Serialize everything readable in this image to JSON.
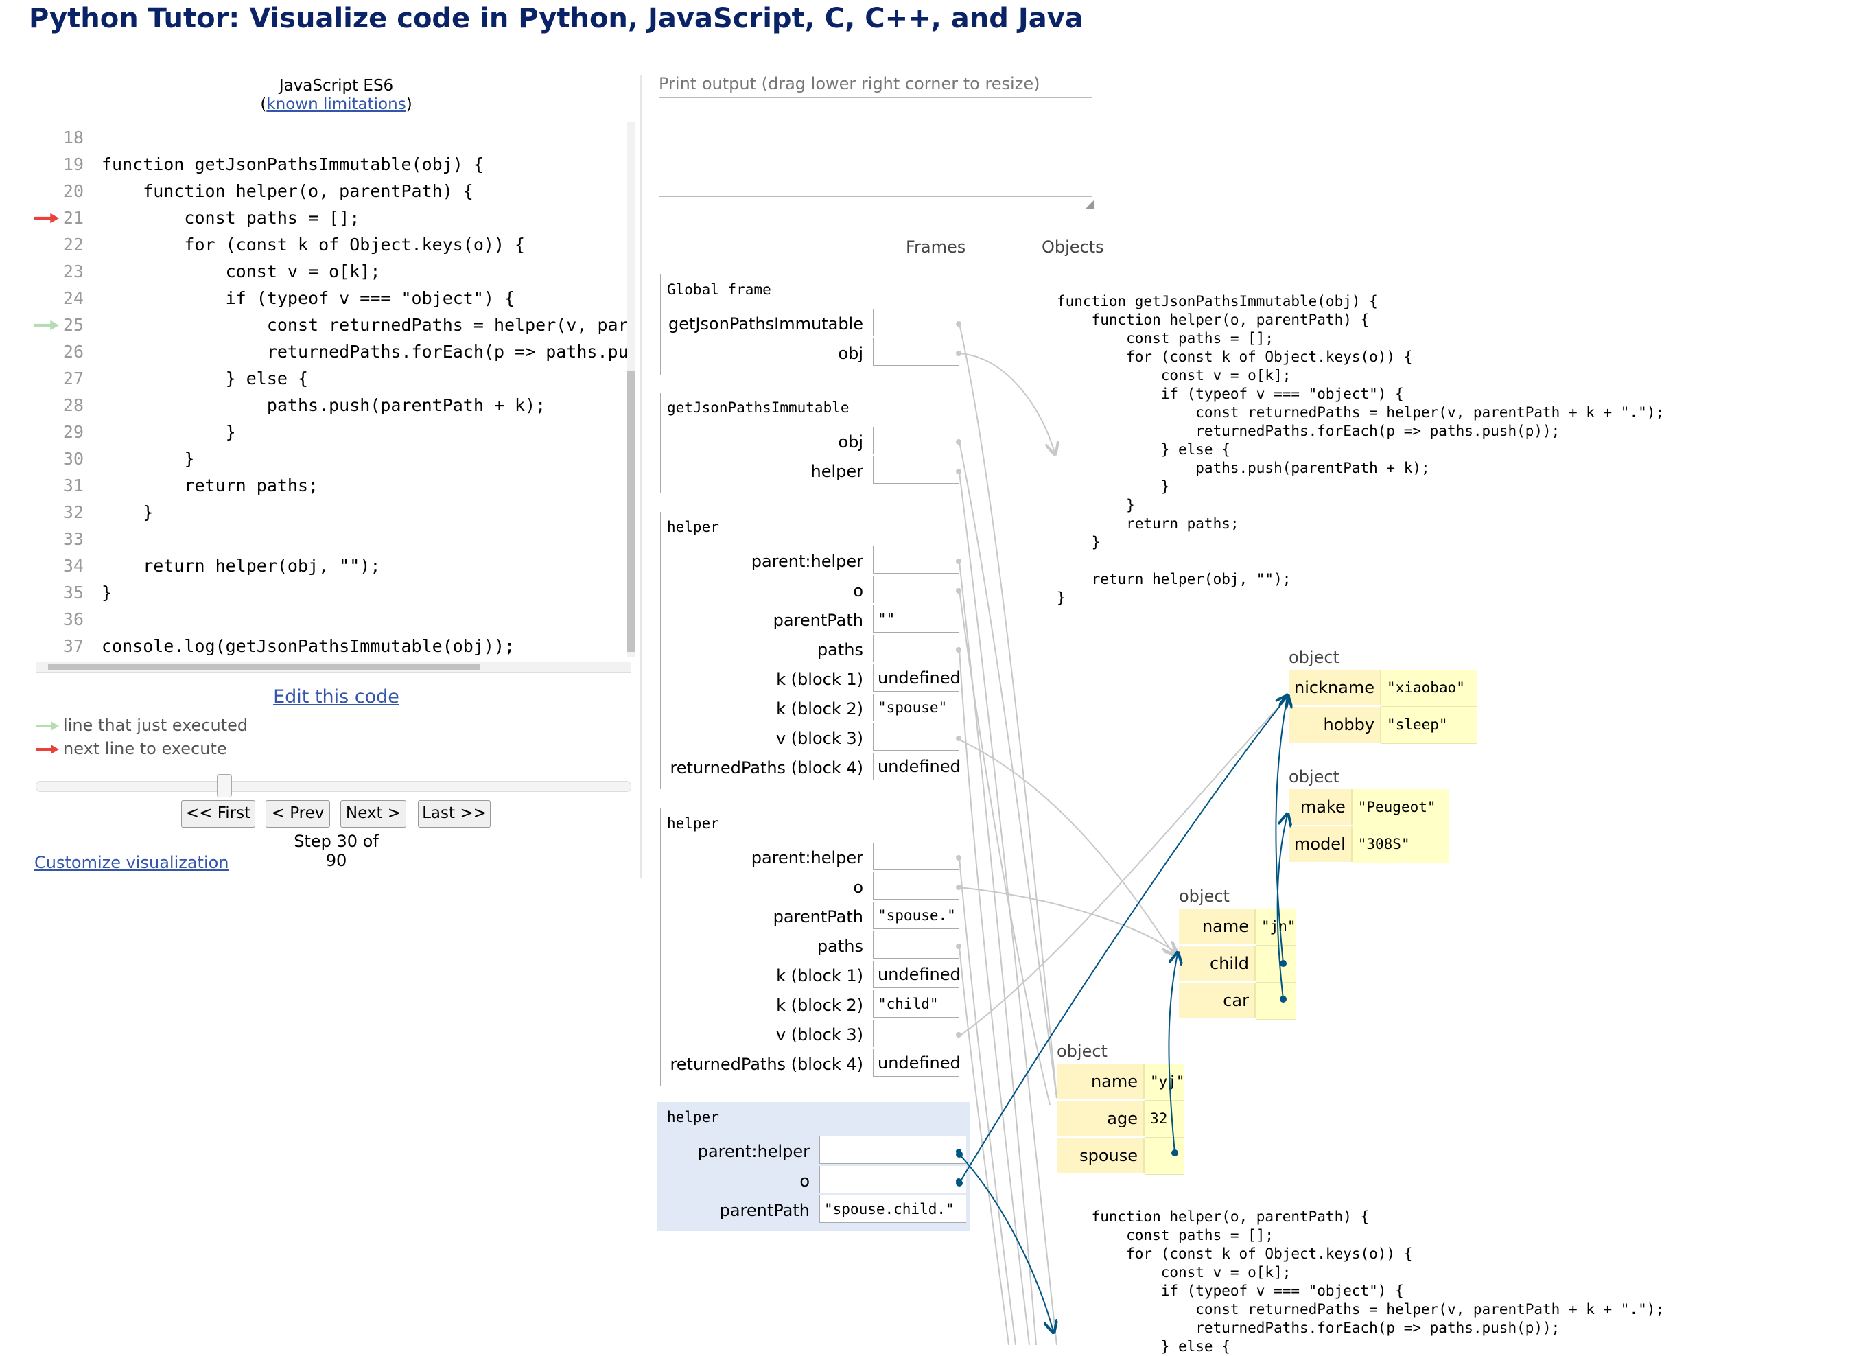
{
  "page_title": "Python Tutor: Visualize code in Python, JavaScript, C, C++, and Java",
  "editor": {
    "language": "JavaScript ES6",
    "limitations_prefix": "(",
    "limitations_link": "known limitations",
    "limitations_suffix": ")",
    "lines": [
      {
        "n": "18",
        "code": ""
      },
      {
        "n": "19",
        "code": "function getJsonPathsImmutable(obj) {"
      },
      {
        "n": "20",
        "code": "    function helper(o, parentPath) {"
      },
      {
        "n": "21",
        "code": "        const paths = [];",
        "marker": "next"
      },
      {
        "n": "22",
        "code": "        for (const k of Object.keys(o)) {"
      },
      {
        "n": "23",
        "code": "            const v = o[k];"
      },
      {
        "n": "24",
        "code": "            if (typeof v === \"object\") {"
      },
      {
        "n": "25",
        "code": "                const returnedPaths = helper(v, parent",
        "marker": "prev"
      },
      {
        "n": "26",
        "code": "                returnedPaths.forEach(p => paths.push("
      },
      {
        "n": "27",
        "code": "            } else {"
      },
      {
        "n": "28",
        "code": "                paths.push(parentPath + k);"
      },
      {
        "n": "29",
        "code": "            }"
      },
      {
        "n": "30",
        "code": "        }"
      },
      {
        "n": "31",
        "code": "        return paths;"
      },
      {
        "n": "32",
        "code": "    }"
      },
      {
        "n": "33",
        "code": ""
      },
      {
        "n": "34",
        "code": "    return helper(obj, \"\");"
      },
      {
        "n": "35",
        "code": "}"
      },
      {
        "n": "36",
        "code": ""
      },
      {
        "n": "37",
        "code": "console.log(getJsonPathsImmutable(obj));"
      }
    ]
  },
  "controls": {
    "edit_link": "Edit this code",
    "legend_prev": "line that just executed",
    "legend_next": "next line to execute",
    "btn_first": "<< First",
    "btn_prev": "< Prev",
    "btn_next": "Next >",
    "btn_last": "Last >>",
    "step_text": "Step 30 of 90",
    "customize_link": "Customize visualization"
  },
  "print_output": {
    "label": "Print output (drag lower right corner to resize)"
  },
  "viz": {
    "frames_header": "Frames",
    "objects_header": "Objects",
    "frames": [
      {
        "title": "Global frame",
        "vars": [
          {
            "name": "getJsonPathsImmutable",
            "value": ""
          },
          {
            "name": "obj",
            "value": ""
          }
        ]
      },
      {
        "title": "getJsonPathsImmutable",
        "vars": [
          {
            "name": "obj",
            "value": ""
          },
          {
            "name": "helper",
            "value": ""
          }
        ]
      },
      {
        "title": "helper",
        "vars": [
          {
            "name": "parent:helper",
            "value": ""
          },
          {
            "name": "o",
            "value": ""
          },
          {
            "name": "parentPath",
            "value": "\"\""
          },
          {
            "name": "paths",
            "value": ""
          },
          {
            "name": "k (block 1)",
            "value": "undefined"
          },
          {
            "name": "k (block 2)",
            "value": "\"spouse\""
          },
          {
            "name": "v (block 3)",
            "value": ""
          },
          {
            "name": "returnedPaths (block 4)",
            "value": "undefined"
          }
        ]
      },
      {
        "title": "helper",
        "vars": [
          {
            "name": "parent:helper",
            "value": ""
          },
          {
            "name": "o",
            "value": ""
          },
          {
            "name": "parentPath",
            "value": "\"spouse.\""
          },
          {
            "name": "paths",
            "value": ""
          },
          {
            "name": "k (block 1)",
            "value": "undefined"
          },
          {
            "name": "k (block 2)",
            "value": "\"child\""
          },
          {
            "name": "v (block 3)",
            "value": ""
          },
          {
            "name": "returnedPaths (block 4)",
            "value": "undefined"
          }
        ]
      },
      {
        "title": "helper",
        "vars": [
          {
            "name": "parent:helper",
            "value": ""
          },
          {
            "name": "o",
            "value": ""
          },
          {
            "name": "parentPath",
            "value": "\"spouse.child.\""
          }
        ]
      }
    ],
    "func_object_1": "function getJsonPathsImmutable(obj) {\n    function helper(o, parentPath) {\n        const paths = [];\n        for (const k of Object.keys(o)) {\n            const v = o[k];\n            if (typeof v === \"object\") {\n                const returnedPaths = helper(v, parentPath + k + \".\");\n                returnedPaths.forEach(p => paths.push(p));\n            } else {\n                paths.push(parentPath + k);\n            }\n        }\n        return paths;\n    }\n\n    return helper(obj, \"\");\n}",
    "func_object_2": "    function helper(o, parentPath) {\n        const paths = [];\n        for (const k of Object.keys(o)) {\n            const v = o[k];\n            if (typeof v === \"object\") {\n                const returnedPaths = helper(v, parentPath + k + \".\");\n                returnedPaths.forEach(p => paths.push(p));\n            } else {",
    "objects": {
      "hobby_obj": {
        "label": "object",
        "rows": [
          {
            "k": "nickname",
            "v": "\"xiaobao\""
          },
          {
            "k": "hobby",
            "v": "\"sleep\""
          }
        ]
      },
      "car_obj": {
        "label": "object",
        "rows": [
          {
            "k": "make",
            "v": "\"Peugeot\""
          },
          {
            "k": "model",
            "v": "\"308S\""
          }
        ]
      },
      "child_obj": {
        "label": "object",
        "rows": [
          {
            "k": "name",
            "v": "\"jn\""
          },
          {
            "k": "child",
            "v": ""
          },
          {
            "k": "car",
            "v": ""
          }
        ]
      },
      "spouse_obj": {
        "label": "object",
        "rows": [
          {
            "k": "name",
            "v": "\"yj\""
          },
          {
            "k": "age",
            "v": "32"
          },
          {
            "k": "spouse",
            "v": ""
          }
        ]
      }
    }
  },
  "colors": {
    "title": "#0a2266",
    "link": "#3355aa",
    "arrow_next": "#e8423a",
    "arrow_prev": "#b6dcb4",
    "pointer_active": "#005583",
    "pointer_inactive": "#c8c8c8",
    "active_frame_bg": "#e0e9f5"
  }
}
